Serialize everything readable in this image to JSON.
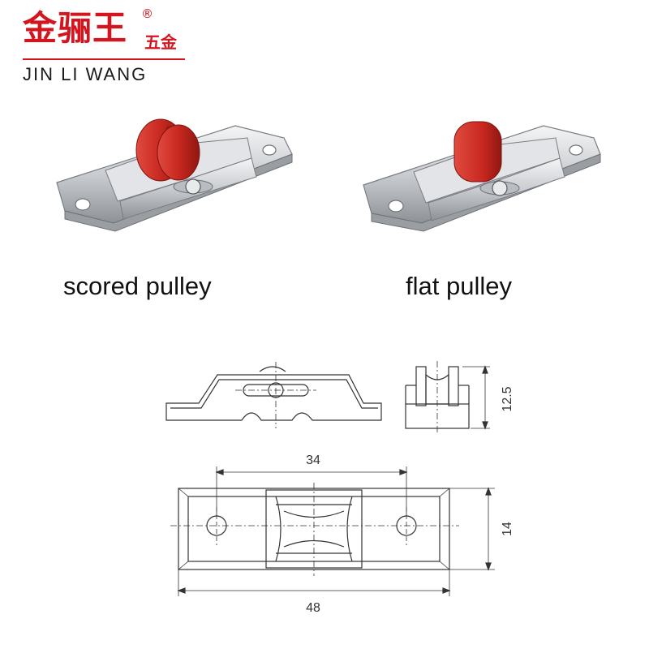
{
  "brand": {
    "name_cn": "金骊王",
    "registered": "®",
    "subtitle_cn": "五金",
    "name_en": "JIN LI WANG"
  },
  "products": [
    {
      "caption": "scored pulley"
    },
    {
      "caption": "flat pulley"
    }
  ],
  "drawing": {
    "dim_height": "12.5",
    "dim_hole_spacing": "34",
    "dim_width": "14",
    "dim_length": "48"
  },
  "colors": {
    "brand_red": "#d2151e",
    "roller_red": "#c9302c",
    "metal": "#d8dadd",
    "line": "#333333"
  }
}
